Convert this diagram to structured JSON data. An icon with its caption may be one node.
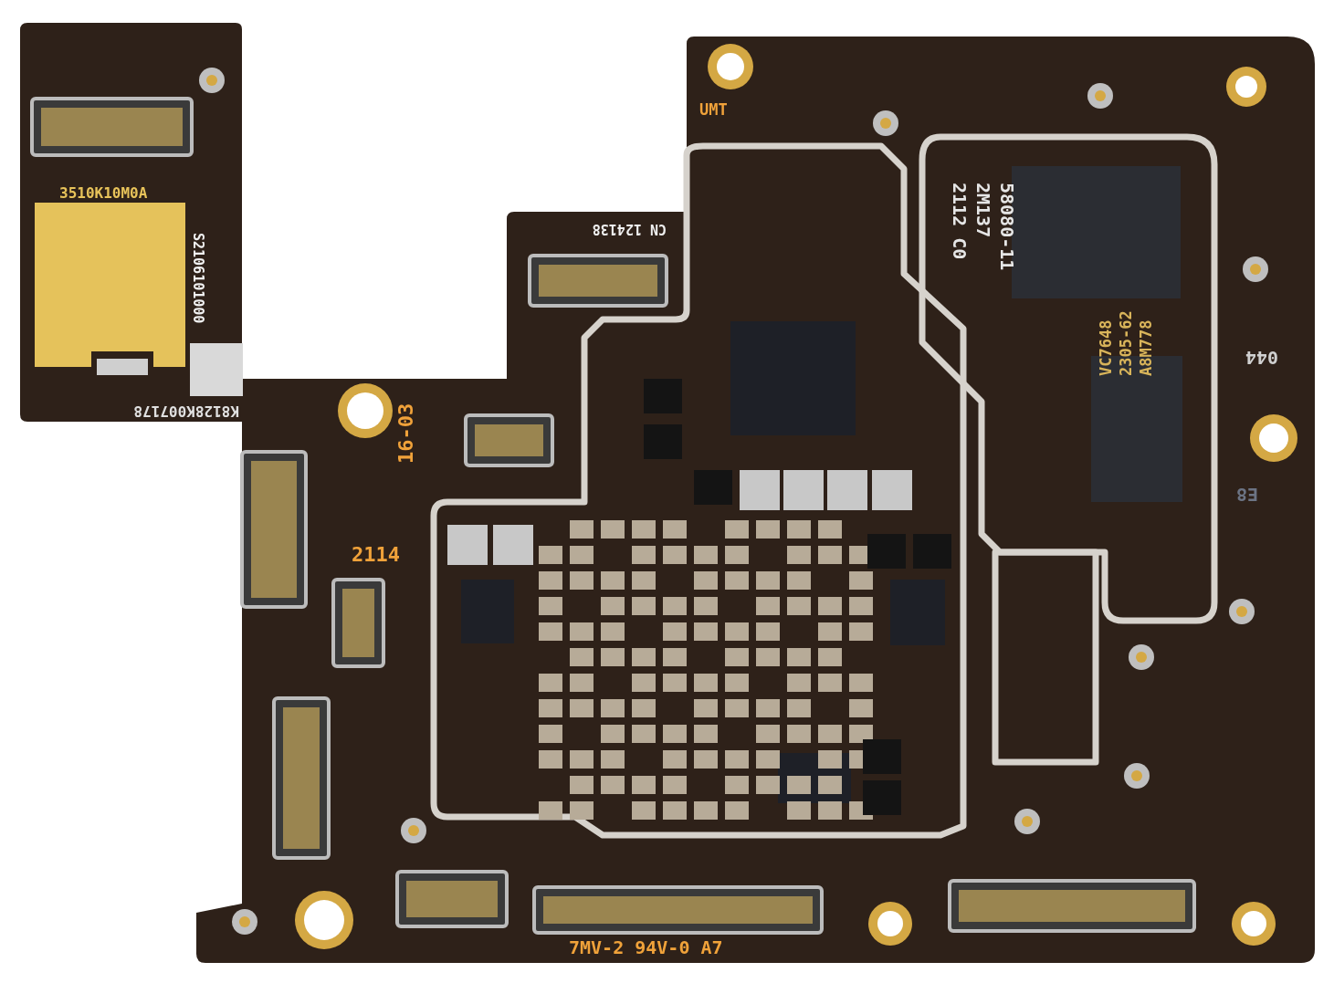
{
  "diagram": {
    "labels": [
      "3510K10M0A",
      "S2106101000",
      "K8128K007178",
      "UMT",
      "CN 124138",
      "16-03",
      "2114",
      "58080-11 2M137 2112 C0",
      "044",
      "VC7648 2305-62 A8M778",
      "E8",
      "7MV-2 94V-0 A7"
    ]
  }
}
